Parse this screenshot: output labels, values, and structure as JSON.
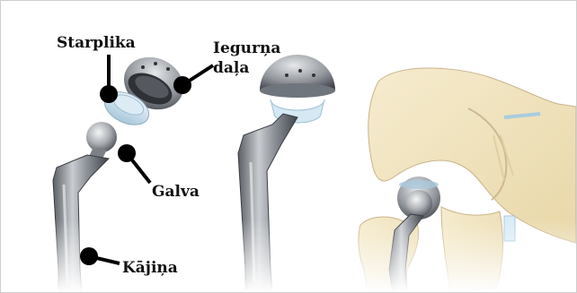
{
  "labels": {
    "liner": "Starplika",
    "cup_line1": "Iegurņa",
    "cup_line2": "daļa",
    "head": "Galva",
    "stem": "Kājiņa"
  }
}
